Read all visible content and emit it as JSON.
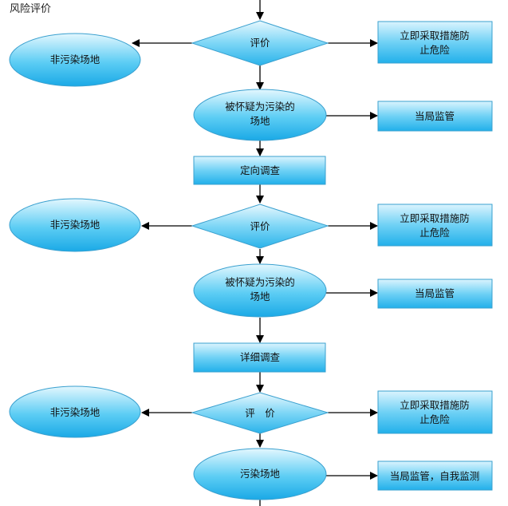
{
  "page_title": "风险评价",
  "colors": {
    "shape_fill_light": "#d9f3fd",
    "shape_fill_dark": "#1fb2ec",
    "shape_stroke": "#3aa0cf",
    "arrow": "#000000"
  },
  "nodes": {
    "eval1": "评价",
    "non_polluted1": "非污染场地",
    "immediate1_line1": "立即采取措施防",
    "immediate1_line2": "止危险",
    "suspected1_line1": "被怀疑为污染的",
    "suspected1_line2": "场地",
    "monitor1": "当局监管",
    "directed_survey": "定向调查",
    "eval2": "评价",
    "non_polluted2": "非污染场地",
    "immediate2_line1": "立即采取措施防",
    "immediate2_line2": "止危险",
    "suspected2_line1": "被怀疑为污染的",
    "suspected2_line2": "场地",
    "monitor2": "当局监管",
    "detailed_survey": "详细调查",
    "eval3": "评　价",
    "non_polluted3": "非污染场地",
    "immediate3_line1": "立即采取措施防",
    "immediate3_line2": "止危险",
    "polluted_site": "污染场地",
    "monitor_self": "当局监管，自我监测"
  }
}
